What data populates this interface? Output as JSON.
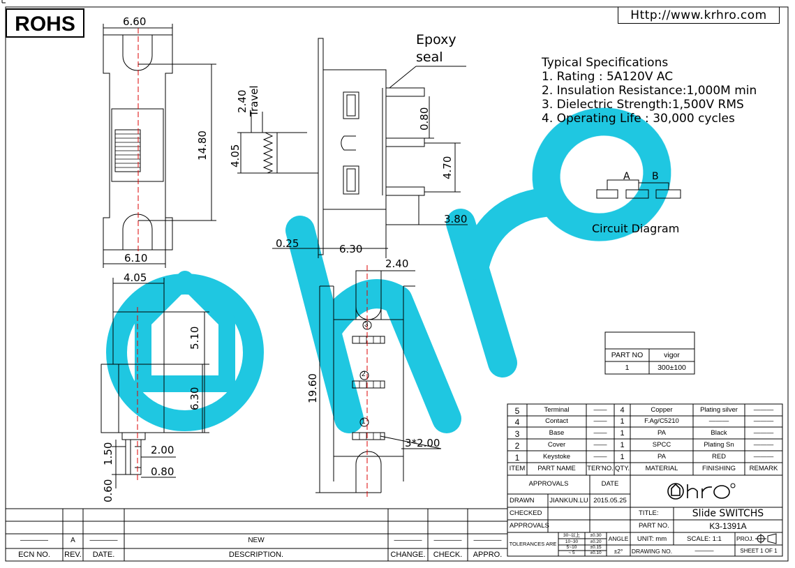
{
  "header": {
    "rohs": "ROHS",
    "url": "Http://www.krhro.com"
  },
  "specs": {
    "title": "Typical Specifications",
    "items": [
      "1. Rating : 5A120V AC",
      "2. Insulation Resistance:1,000M min",
      "3. Dielectric Strength:1,500V RMS",
      "4. Operating Life : 30,000 cycles"
    ]
  },
  "circuit": {
    "label_a": "A",
    "label_b": "B",
    "caption": "Circuit Diagram"
  },
  "dims": {
    "d660": "6.60",
    "d1480": "14.80",
    "d610": "6.10",
    "d240": "2.40",
    "travel": "Travel",
    "d405": "4.05",
    "epoxy1": "Epoxy",
    "epoxy2": "seal",
    "d080": "0.80",
    "d470": "4.70",
    "d380": "3.80",
    "d025": "0.25",
    "d630": "6.30",
    "d240b": "2.40",
    "d405b": "4.05",
    "d510": "5.10",
    "d630b": "6.30",
    "d150": "1.50",
    "d200": "2.00",
    "d080b": "0.80",
    "d060": "0.60",
    "d1960": "19.60",
    "d3x200": "3*2.00",
    "n1": "1",
    "n2": "2",
    "n3": "3"
  },
  "force_table": {
    "col1": "PART NO",
    "col2": "vigor",
    "row_part": "1",
    "row_vigor": "300±100"
  },
  "bom": {
    "rows": [
      {
        "no": "5",
        "name": "Terminal",
        "ter": "——",
        "qty": "4",
        "material": "Copper",
        "finishing": "Plating silver",
        "remark": "———"
      },
      {
        "no": "4",
        "name": "Contact",
        "ter": "——",
        "qty": "1",
        "material": "F.Ag/C5210",
        "finishing": "———",
        "remark": "———"
      },
      {
        "no": "3",
        "name": "Base",
        "ter": "——",
        "qty": "1",
        "material": "PA",
        "finishing": "Black",
        "remark": "———"
      },
      {
        "no": "2",
        "name": "Cover",
        "ter": "——",
        "qty": "1",
        "material": "SPCC",
        "finishing": "Plating Sn",
        "remark": "———"
      },
      {
        "no": "1",
        "name": "Keystoke",
        "ter": "——",
        "qty": "1",
        "material": "PA",
        "finishing": "RED",
        "remark": "———"
      }
    ],
    "headers": {
      "item": "ITEM",
      "part_name": "PART NAME",
      "ter_no": "TER'NO.",
      "qty": "QTY.",
      "material": "MATERIAL",
      "finishing": "FINISHING",
      "remark": "REMARK"
    }
  },
  "title_block": {
    "approvals": "APPROVALS",
    "date": "DATE",
    "drawn": "DRAWN",
    "drawn_by": "JIANKUN.LU",
    "drawn_date": "2015.05.25",
    "checked": "CHECKED",
    "approvals2": "APPROVALS",
    "title_label": "TITLE:",
    "title": "Slide SWITCHS",
    "part_label": "PART NO.",
    "part_no": "K3-1391A",
    "tolerances": "TOLERANCES ARE",
    "tol_ranges": [
      "30~以上",
      "10~30",
      "5~10",
      "~ 5"
    ],
    "tol_values": [
      "±0.30",
      "±0.20",
      "±0.15",
      "±0.10"
    ],
    "angle_label": "ANGLE",
    "angle_value": "±2°",
    "unit": "UNIT:  mm",
    "scale": "SCALE:   1:1",
    "proj": "PROJ.",
    "drawing_no": "DRAWING NO.",
    "drawing_no_value": "———",
    "sheet": "SHEET  1  OF  1",
    "logo": "hro"
  },
  "revision": {
    "row": {
      "ecn": "————",
      "rev": "A",
      "date": "————",
      "desc": "NEW",
      "change": "————",
      "check": "————",
      "appro": "————"
    },
    "headers": {
      "ecn": "ECN NO.",
      "rev": "REV.",
      "date": "DATE.",
      "desc": "DESCRIPTION.",
      "change": "CHANGE.",
      "check": "CHECK.",
      "appro": "APPRO."
    }
  },
  "watermark": {
    "color": "#14c4e0",
    "text": "hro"
  }
}
